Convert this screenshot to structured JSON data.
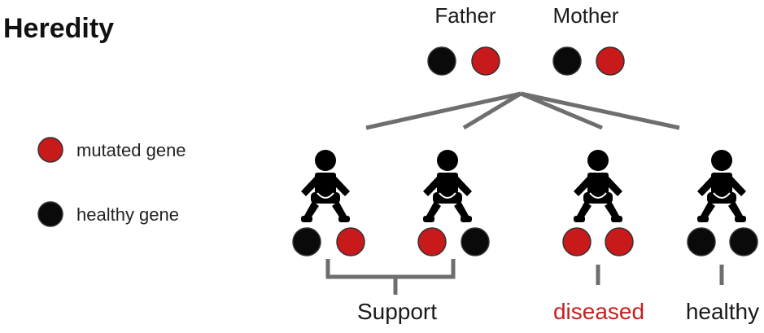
{
  "title": "Heredity",
  "colors": {
    "mutated": "#c8191b",
    "healthy": "#0a0a0a",
    "line": "#6e6e6e",
    "diseased_text": "#c81e1e"
  },
  "legend": [
    {
      "gene": "mutated",
      "label": "mutated gene"
    },
    {
      "gene": "healthy",
      "label": "healthy gene"
    }
  ],
  "parents": [
    {
      "label": "Father",
      "genes": [
        "healthy",
        "mutated"
      ]
    },
    {
      "label": "Mother",
      "genes": [
        "healthy",
        "mutated"
      ]
    }
  ],
  "children": [
    {
      "icon": "baby-icon",
      "genes": [
        "healthy",
        "mutated"
      ]
    },
    {
      "icon": "baby-icon",
      "genes": [
        "mutated",
        "healthy"
      ]
    },
    {
      "icon": "baby-icon",
      "genes": [
        "mutated",
        "mutated"
      ]
    },
    {
      "icon": "baby-icon",
      "genes": [
        "healthy",
        "healthy"
      ]
    }
  ],
  "outcomes": [
    {
      "label": "Support"
    },
    {
      "label": "diseased"
    },
    {
      "label": "healthy"
    }
  ]
}
